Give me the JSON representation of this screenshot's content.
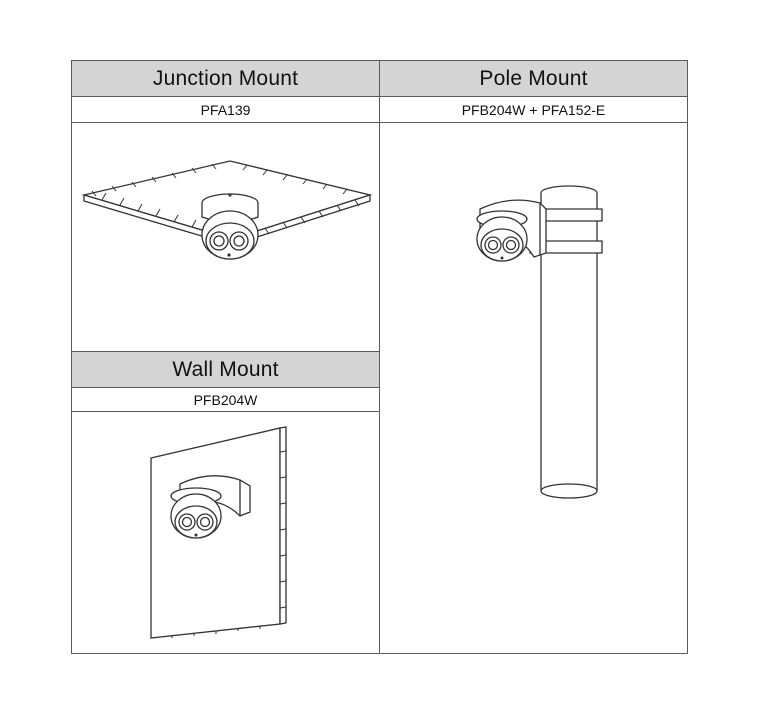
{
  "columns": {
    "junction": {
      "title": "Junction Mount",
      "model": "PFA139"
    },
    "pole": {
      "title": "Pole Mount",
      "model": "PFB204W + PFA152-E"
    },
    "wall": {
      "title": "Wall Mount",
      "model": "PFB204W"
    }
  },
  "illustrations": {
    "junction": "ceiling-junction-mount-camera",
    "pole": "pole-mount-camera",
    "wall": "wall-mount-camera"
  }
}
